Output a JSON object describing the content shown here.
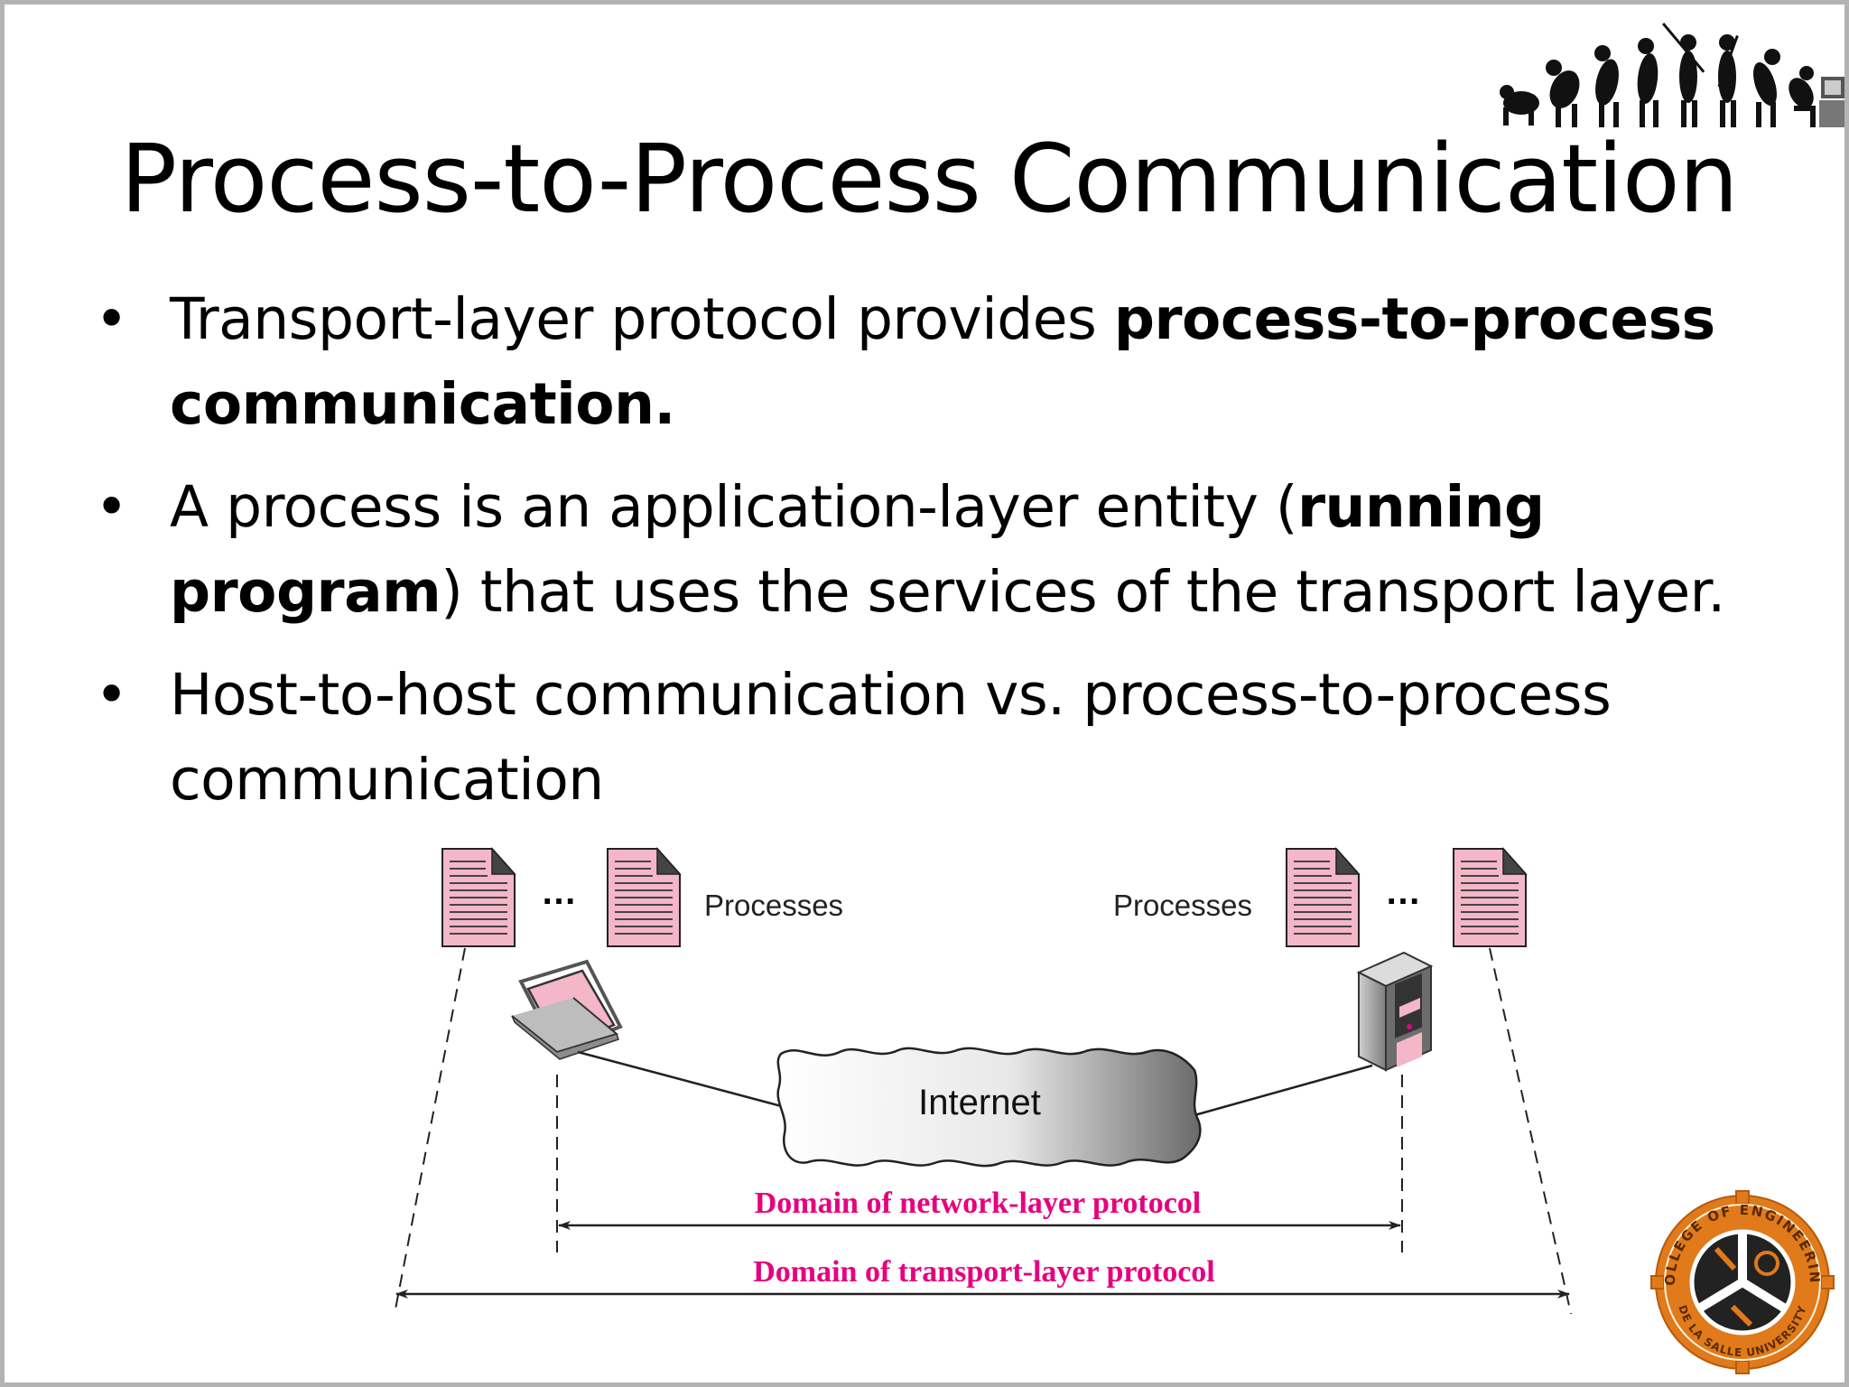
{
  "title": "Process-to-Process Communication",
  "bullets": [
    {
      "parts": [
        {
          "text": "Transport-layer protocol provides ",
          "bold": false
        },
        {
          "text": "process-to-process communication.",
          "bold": true
        }
      ]
    },
    {
      "parts": [
        {
          "text": "A process is an application-layer entity (",
          "bold": false
        },
        {
          "text": "running program",
          "bold": true
        },
        {
          "text": ") that uses the services of the transport layer.",
          "bold": false
        }
      ]
    },
    {
      "parts": [
        {
          "text": "Host-to-host communication vs. process-to-process communication",
          "bold": false
        }
      ]
    }
  ],
  "diagram": {
    "left_processes_label": "Processes",
    "right_processes_label": "Processes",
    "ellipsis": "…",
    "cloud_label": "Internet",
    "network_domain_label": "Domain of network-layer protocol",
    "transport_domain_label": "Domain of transport-layer protocol"
  },
  "colors": {
    "accent_pink": "#e6007e",
    "process_pink": "#f4b6c9",
    "seal_orange": "#e07a1a"
  },
  "icons": {
    "top_right": "evolution-silhouette-icon",
    "bottom_right": "college-of-engineering-seal-icon"
  },
  "logo_text": {
    "seal_top": "COLLEGE OF ENGINEERING",
    "seal_bottom": "DE LA SALLE UNIVERSITY"
  }
}
